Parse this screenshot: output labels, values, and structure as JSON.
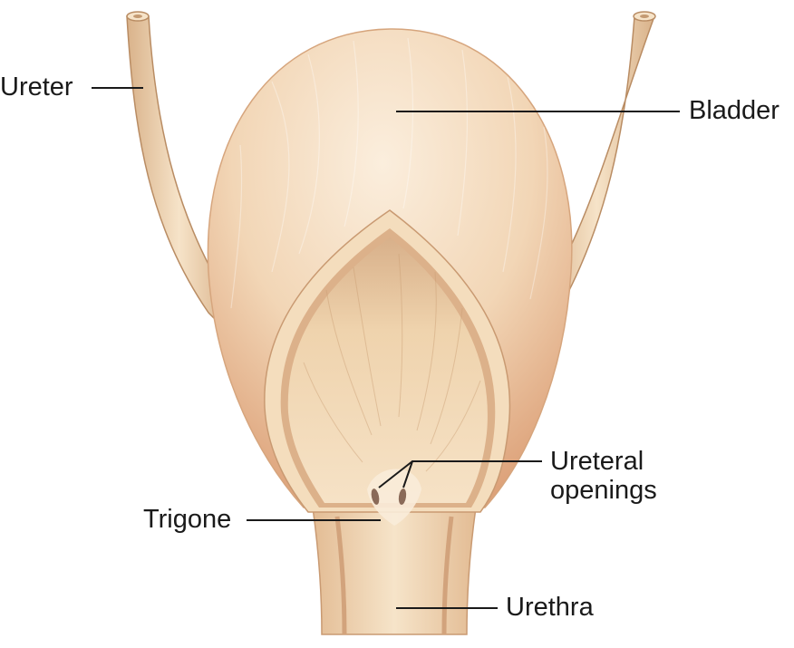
{
  "labels": {
    "ureter": "Ureter",
    "bladder": "Bladder",
    "ureteral_openings": "Ureteral\nopenings",
    "trigone": "Trigone",
    "urethra": "Urethra"
  },
  "colors": {
    "tissue_light": "#f6e3c8",
    "tissue_mid": "#ecc9a0",
    "tissue_shadow": "#d9a77e",
    "inner_wall": "#f3d9b4",
    "rim": "#dcb18a",
    "ureter_fill": "#f1d5b0",
    "ureter_edge": "#b98c63",
    "opening": "#8a6a58",
    "leader_line": "#1a1a1a"
  }
}
